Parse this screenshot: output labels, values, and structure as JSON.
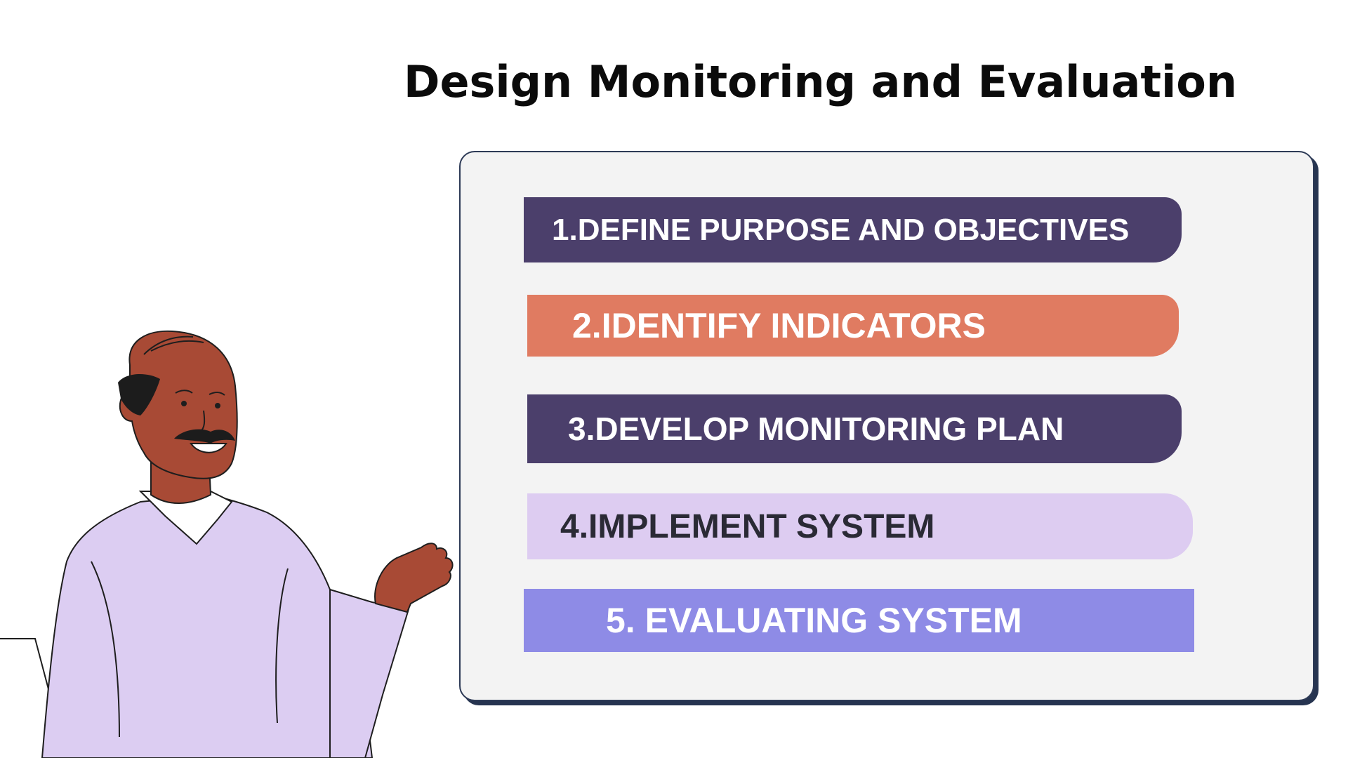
{
  "title": "Design Monitoring and Evaluation",
  "steps": [
    {
      "label": "1.DEFINE PURPOSE AND OBJECTIVES"
    },
    {
      "label": "2.IDENTIFY INDICATORS"
    },
    {
      "label": "3.DEVELOP MONITORING PLAN"
    },
    {
      "label": "4.IMPLEMENT SYSTEM"
    },
    {
      "label": "5. EVALUATING SYSTEM"
    }
  ],
  "colors": {
    "dark_purple": "#4b3f6b",
    "coral": "#e07b61",
    "lavender": "#ddccf1",
    "periwinkle": "#8e8be6",
    "panel_border": "#2d3a56",
    "skin": "#a84a35"
  },
  "illustration": "presenter-man-gesturing"
}
